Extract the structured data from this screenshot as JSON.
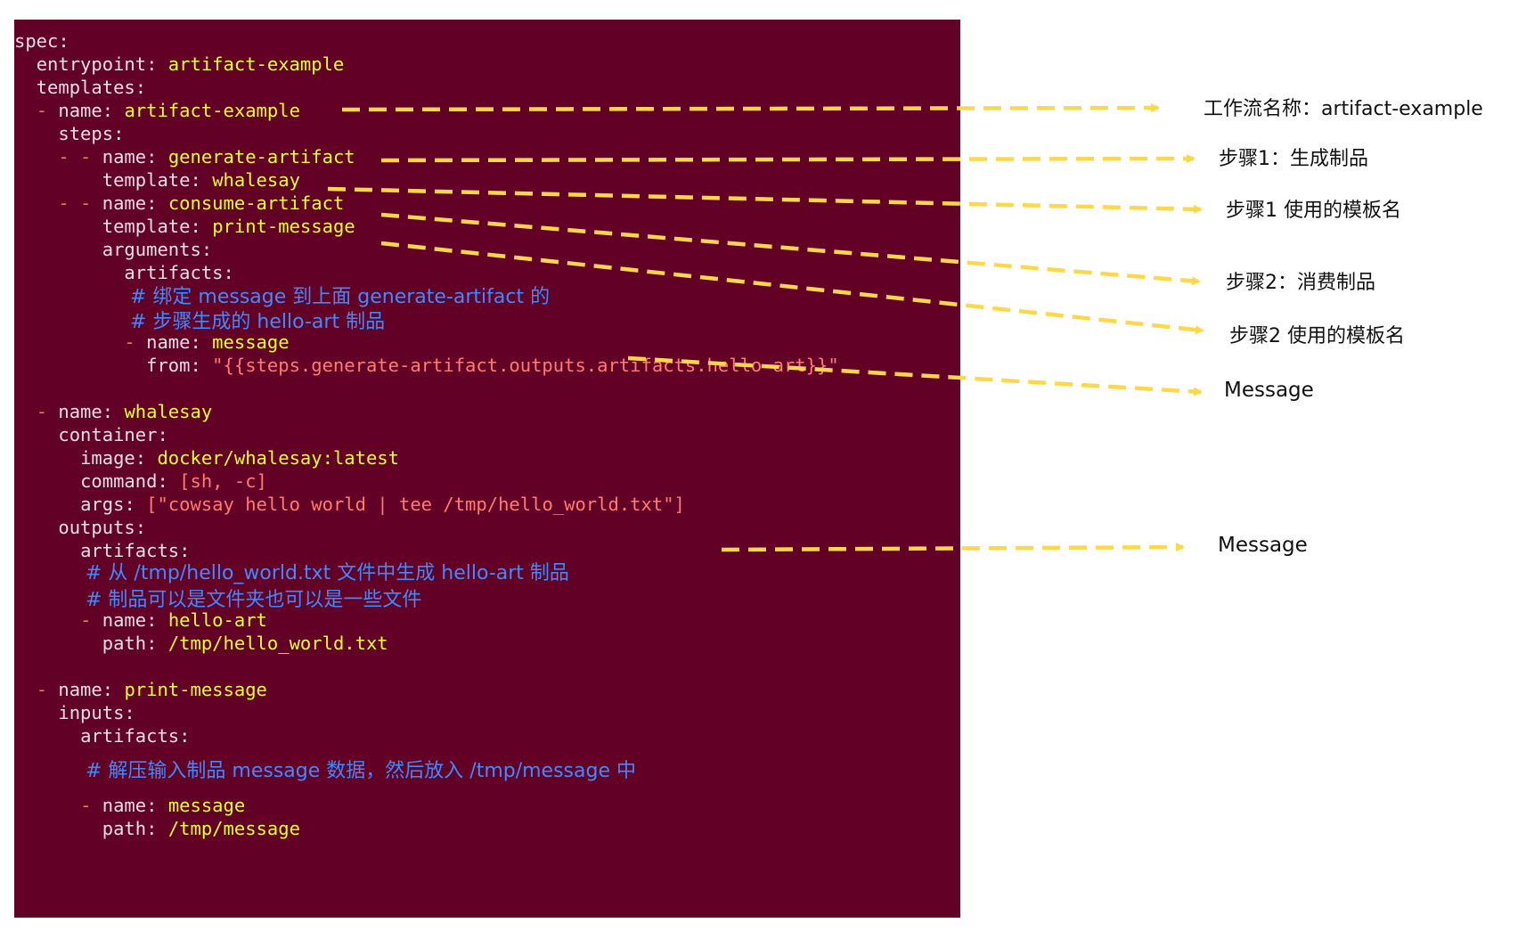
{
  "code": {
    "spec_key": "spec:",
    "entrypoint_key": "entrypoint",
    "entrypoint_val": "artifact-example",
    "templates_key": "templates:",
    "dash": "-",
    "dash2": "- -",
    "colon": ":",
    "t1_name_key": "name",
    "t1_name_val": "artifact-example",
    "steps_key": "steps:",
    "s1_name_key": "name",
    "s1_name_val": "generate-artifact",
    "s1_tpl_key": "template",
    "s1_tpl_val": "whalesay",
    "s2_name_key": "name",
    "s2_name_val": "consume-artifact",
    "s2_tpl_key": "template",
    "s2_tpl_val": "print-message",
    "arguments_key": "arguments:",
    "artifacts_key": "artifacts:",
    "comment1": "# 绑定 message 到上面 generate-artifact 的",
    "comment2": "# 步骤生成的 hello-art 制品",
    "a1_name_key": "name",
    "a1_name_val": "message",
    "a1_from_key": "from",
    "a1_from_val": "\"{{steps.generate-artifact.outputs.artifacts.hello-art}}\"",
    "t2_name_key": "name",
    "t2_name_val": "whalesay",
    "container_key": "container:",
    "image_key": "image",
    "image_val": "docker/whalesay:latest",
    "command_key": "command",
    "command_val": "[sh, -c]",
    "args_key": "args",
    "args_val": "[\"cowsay hello world | tee /tmp/hello_world.txt\"]",
    "outputs_key": "outputs:",
    "out_artifacts_key": "artifacts:",
    "comment3": "# 从 /tmp/hello_world.txt 文件中生成 hello-art 制品",
    "comment4": "# 制品可以是文件夹也可以是一些文件",
    "o1_name_key": "name",
    "o1_name_val": "hello-art",
    "o1_path_key": "path",
    "o1_path_val": "/tmp/hello_world.txt",
    "t3_name_key": "name",
    "t3_name_val": "print-message",
    "inputs_key": "inputs:",
    "in_artifacts_key": "artifacts:",
    "comment5": "# 解压输入制品 message 数据，然后放入 /tmp/message 中",
    "i1_name_key": "name",
    "i1_name_val": "message",
    "i1_path_key": "path",
    "i1_path_val": "/tmp/message"
  },
  "annotations": {
    "workflow_name": "工作流名称：artifact-example",
    "step1": "步骤1：生成制品",
    "step1_template": "步骤1 使用的模板名",
    "step2": "步骤2：消费制品",
    "step2_template": "步骤2 使用的模板名",
    "message1": "Message",
    "message2": "Message"
  },
  "colors": {
    "background": "#620026",
    "key": "#e8dfe3",
    "value": "#e9ff2b",
    "string": "#ff7b73",
    "comment": "#3d8bff",
    "dash": "#d38a44",
    "arrow": "#ffd84a"
  }
}
